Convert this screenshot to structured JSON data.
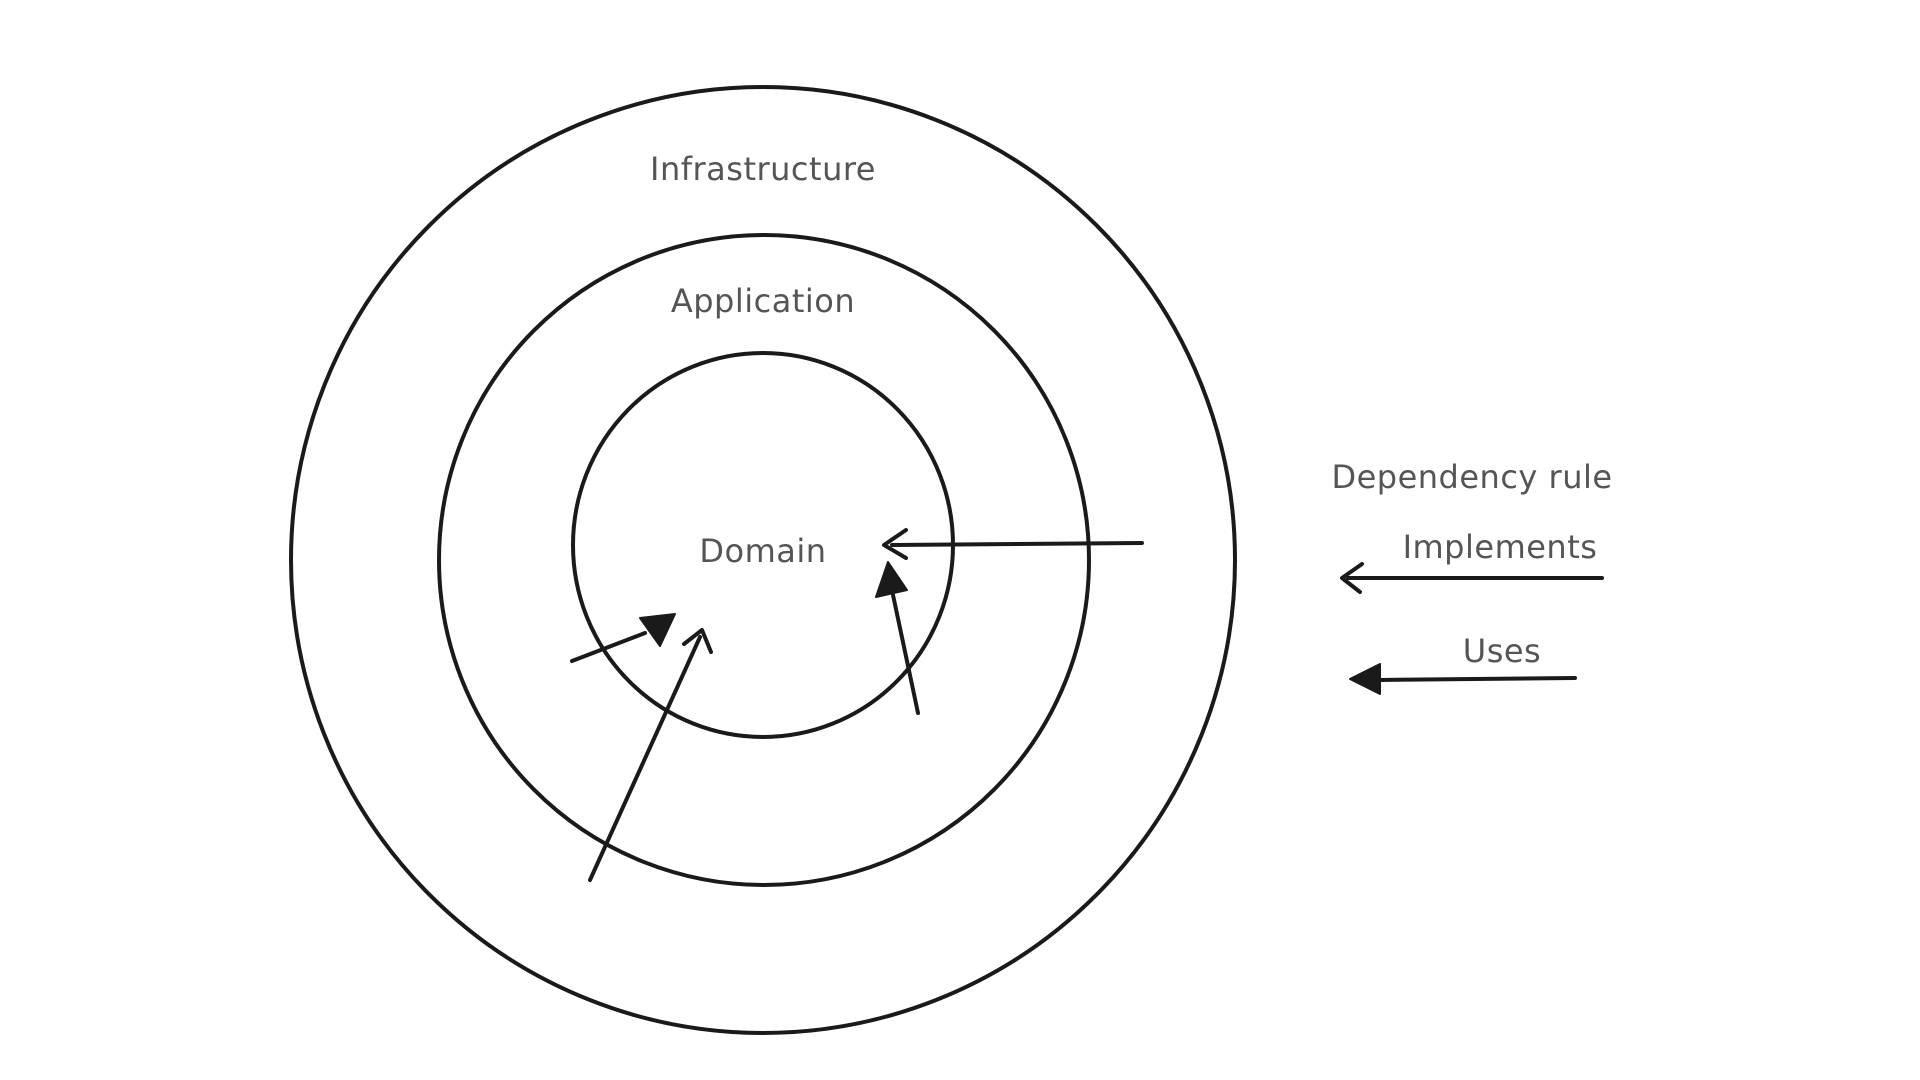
{
  "layers": {
    "outer": "Infrastructure",
    "middle": "Application",
    "inner": "Domain"
  },
  "legend": {
    "title": "Dependency rule",
    "implements": "Implements",
    "uses": "Uses"
  },
  "colors": {
    "ink": "#1a1a1a",
    "label": "#555555",
    "background": "#ffffff"
  }
}
